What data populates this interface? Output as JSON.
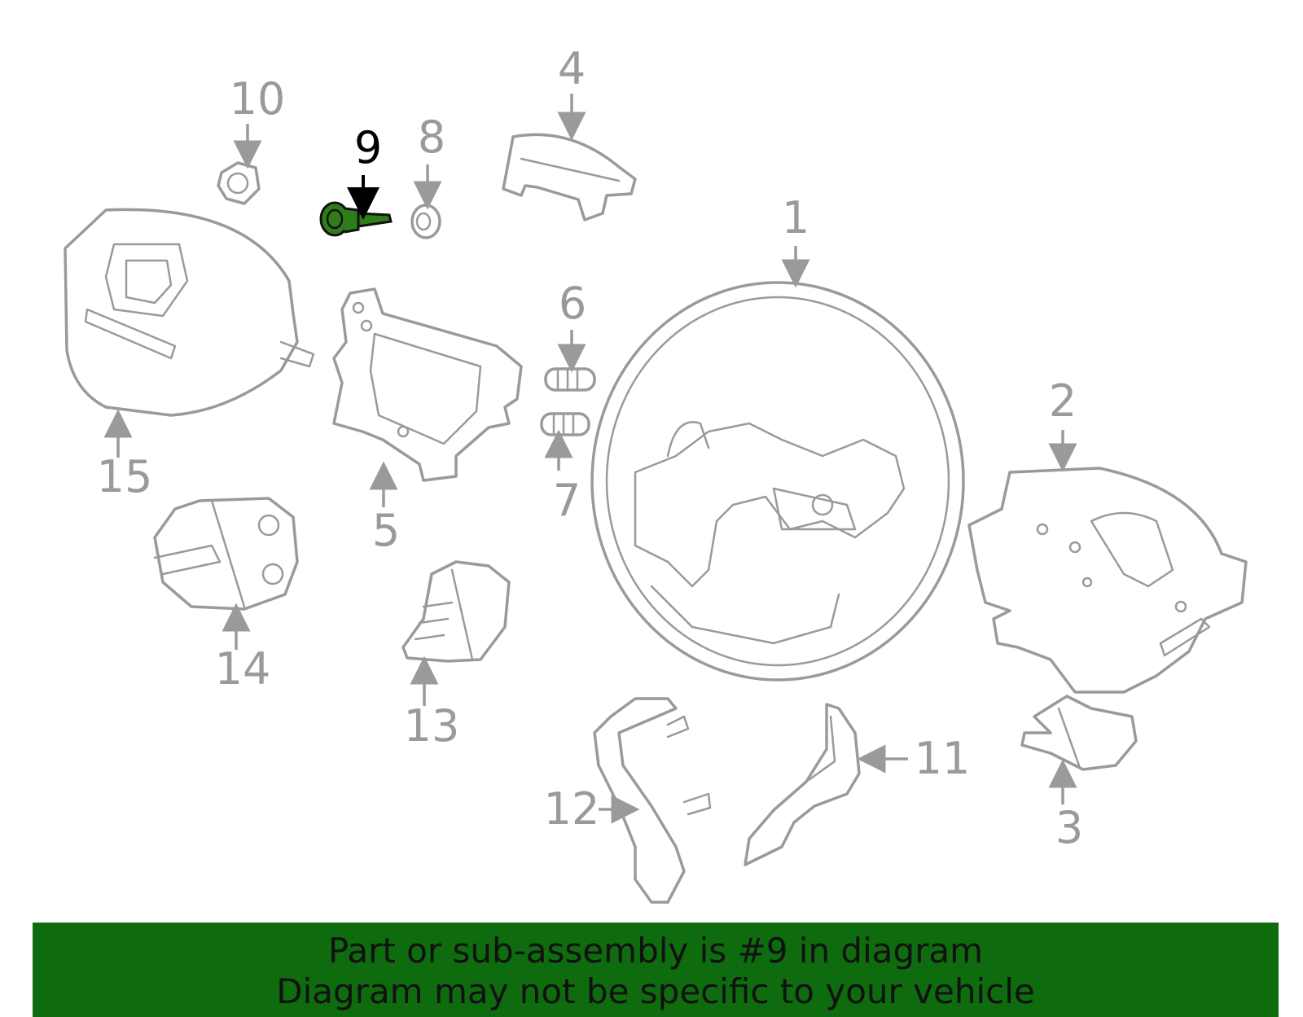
{
  "diagram": {
    "callouts": [
      {
        "id": "1",
        "label": "1"
      },
      {
        "id": "2",
        "label": "2"
      },
      {
        "id": "3",
        "label": "3"
      },
      {
        "id": "4",
        "label": "4"
      },
      {
        "id": "5",
        "label": "5"
      },
      {
        "id": "6",
        "label": "6"
      },
      {
        "id": "7",
        "label": "7"
      },
      {
        "id": "8",
        "label": "8"
      },
      {
        "id": "9",
        "label": "9"
      },
      {
        "id": "10",
        "label": "10"
      },
      {
        "id": "11",
        "label": "11"
      },
      {
        "id": "12",
        "label": "12"
      },
      {
        "id": "13",
        "label": "13"
      },
      {
        "id": "14",
        "label": "14"
      },
      {
        "id": "15",
        "label": "15"
      }
    ],
    "highlighted_part": "9",
    "highlight_color": "#2f7d1a",
    "part_color": "#9a9a9a"
  },
  "banner": {
    "line1": "Part or sub-assembly is #9 in diagram",
    "line2": "Diagram may not be specific to your vehicle",
    "background": "#0e6b0e"
  }
}
